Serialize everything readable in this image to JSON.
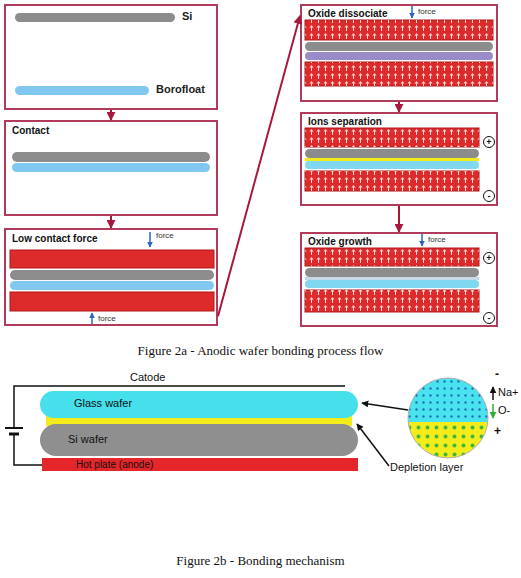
{
  "diagram": {
    "nodes": [
      {
        "text": [
          "Si",
          "Borofloat"
        ]
      },
      {
        "text": [
          "Contact"
        ]
      },
      {
        "text": [
          "Low contact force",
          "force",
          "force"
        ]
      },
      {
        "text": [
          "Oxide dissociate",
          "force"
        ]
      },
      {
        "text": [
          "Ions separation",
          "+",
          "-"
        ]
      },
      {
        "text": [
          "Oxide growth",
          "force",
          "+",
          "-"
        ]
      },
      {
        "text": [
          "Glass wafer"
        ]
      },
      {
        "text": [
          "Si wafer"
        ]
      },
      {
        "text": [
          "Hot plate (anode)"
        ]
      }
    ],
    "edges": [
      {
        "from": 0,
        "to": 1,
        "arrow": "to"
      },
      {
        "from": 1,
        "to": 2,
        "arrow": "to"
      },
      {
        "from": 2,
        "to": 3,
        "arrow": "to"
      },
      {
        "from": 3,
        "to": 4,
        "arrow": "to"
      },
      {
        "from": 4,
        "to": 5,
        "arrow": "to"
      }
    ],
    "labels": [
      "Figure 2a - Anodic wafer bonding process flow",
      "Catode",
      "Depletion layer",
      "-",
      "Na+",
      "O-",
      "+",
      "Figure 2b - Bonding mechanism"
    ]
  }
}
